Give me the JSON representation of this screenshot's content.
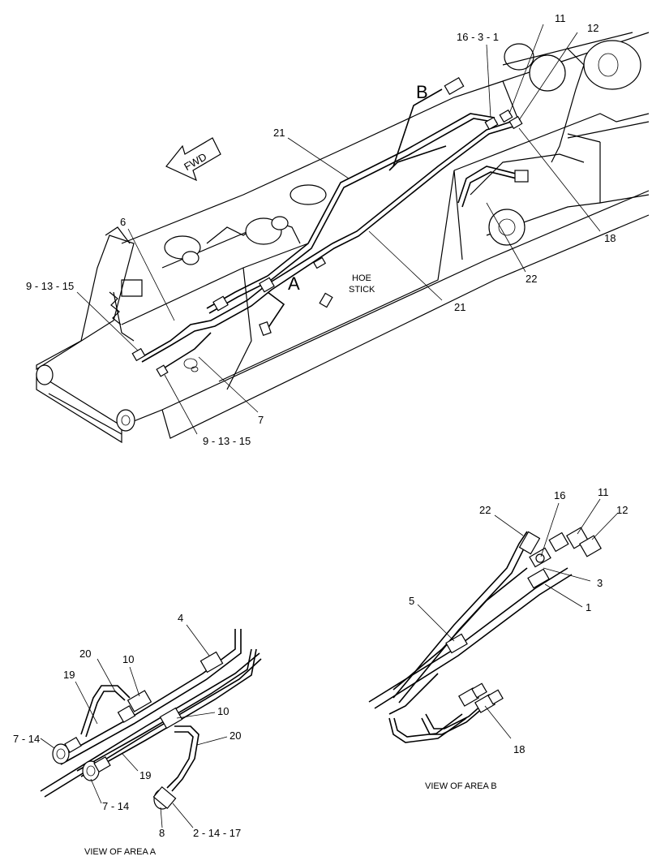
{
  "main_view": {
    "fwd_label": "FWD",
    "stick_label_line1": "HOE",
    "stick_label_line2": "STICK",
    "area_a_marker": "A",
    "area_b_marker": "B",
    "callouts": {
      "c_16_3_1": "16 - 3 - 1",
      "c_11": "11",
      "c_12": "12",
      "c_21_top": "21",
      "c_6": "6",
      "c_9_13_15_left": "9 - 13 - 15",
      "c_18": "18",
      "c_22": "22",
      "c_21_bottom": "21",
      "c_7": "7",
      "c_9_13_15_bottom": "9 - 13 - 15"
    }
  },
  "view_a": {
    "caption": "VIEW OF AREA A",
    "callouts": {
      "c_4": "4",
      "c_20_top": "20",
      "c_10_top": "10",
      "c_19_top": "19",
      "c_10_right": "10",
      "c_7_14_left": "7 - 14",
      "c_20_right": "20",
      "c_19_bottom": "19",
      "c_7_14_bottom": "7 - 14",
      "c_8": "8",
      "c_2_14_17": "2 - 14 - 17"
    }
  },
  "view_b": {
    "caption": "VIEW OF AREA B",
    "callouts": {
      "c_16": "16",
      "c_11": "11",
      "c_22": "22",
      "c_12": "12",
      "c_3": "3",
      "c_5": "5",
      "c_1": "1",
      "c_18": "18"
    }
  }
}
